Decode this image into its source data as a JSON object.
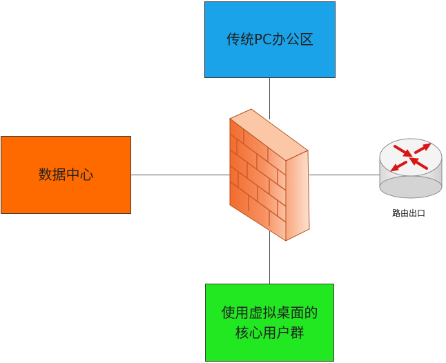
{
  "nodes": {
    "office": {
      "label": "传统PC办公区",
      "color": "#1aa3e8"
    },
    "datacenter": {
      "label": "数据中心",
      "color": "#ff6a00"
    },
    "core_users": {
      "line1": "使用虚拟桌面的",
      "line2": "核心用户群",
      "color": "#22e822"
    },
    "router": {
      "label": "路由出口"
    }
  },
  "icons": {
    "firewall": "firewall-icon",
    "router": "router-icon"
  },
  "colors": {
    "connector": "#555555",
    "firewall": "#f47a3e",
    "router_arrows": "#e01a1a"
  }
}
